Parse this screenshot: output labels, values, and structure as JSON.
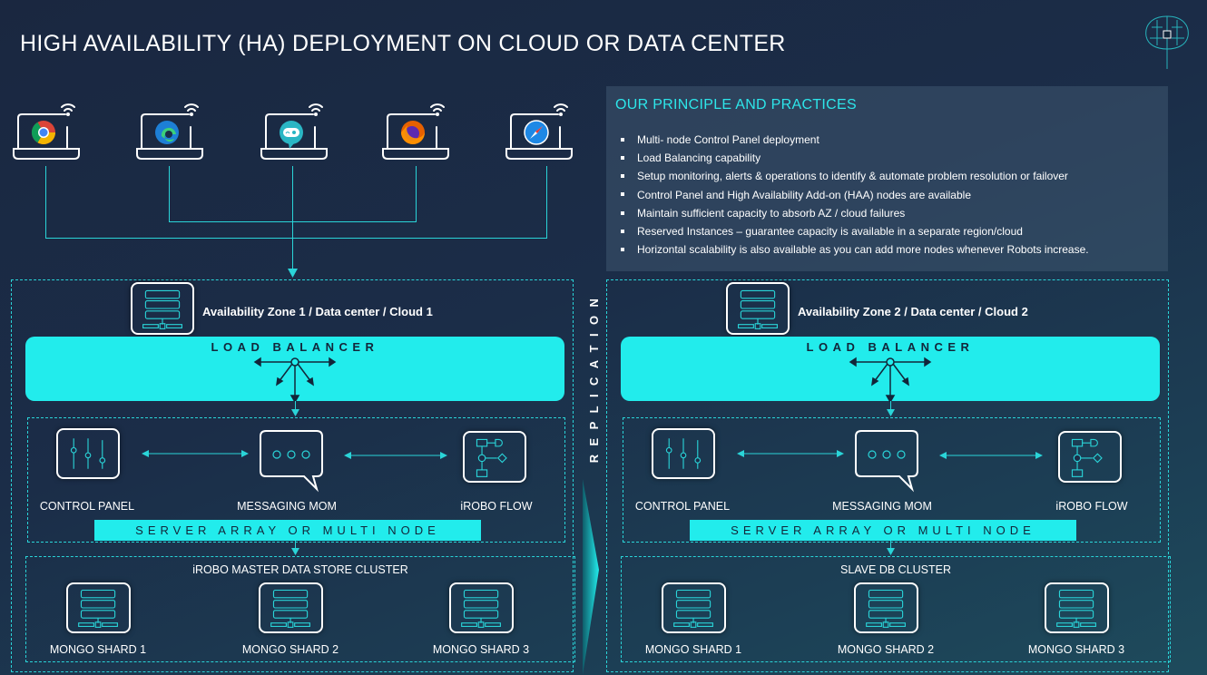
{
  "title": "HIGH AVAILABILITY (HA) DEPLOYMENT ON CLOUD OR DATA CENTER",
  "clients": [
    {
      "icon": "chrome-icon"
    },
    {
      "icon": "edge-icon"
    },
    {
      "icon": "robot-chat-icon"
    },
    {
      "icon": "firefox-icon"
    },
    {
      "icon": "safari-icon"
    }
  ],
  "principles": {
    "heading": "OUR PRINCIPLE AND PRACTICES",
    "items": [
      "Multi- node Control Panel deployment",
      "Load Balancing capability",
      "Setup monitoring, alerts & operations to identify & automate problem resolution or failover",
      "Control Panel and High Availability Add-on (HAA) nodes are available",
      "Maintain sufficient capacity to absorb AZ / cloud failures",
      "Reserved Instances – guarantee capacity is available in a separate region/cloud",
      "Horizontal scalability is also available as you can add more nodes whenever Robots increase."
    ]
  },
  "replication": "REPLICATION",
  "zones": [
    {
      "header": "Availability Zone 1 / Data center / Cloud 1",
      "load_balancer": "LOAD BALANCER",
      "nodes": [
        "CONTROL PANEL",
        "MESSAGING MOM",
        "iROBO FLOW"
      ],
      "server_array": "SERVER ARRAY OR MULTI NODE",
      "cluster_title": "iROBO MASTER DATA STORE CLUSTER",
      "shards": [
        "MONGO SHARD 1",
        "MONGO SHARD 2",
        "MONGO SHARD 3"
      ]
    },
    {
      "header": "Availability Zone 2 / Data center / Cloud 2",
      "load_balancer": "LOAD BALANCER",
      "nodes": [
        "CONTROL PANEL",
        "MESSAGING MOM",
        "iROBO FLOW"
      ],
      "server_array": "SERVER ARRAY OR MULTI NODE",
      "cluster_title": "SLAVE DB CLUSTER",
      "shards": [
        "MONGO SHARD 1",
        "MONGO SHARD 2",
        "MONGO SHARD 3"
      ]
    }
  ],
  "colors": {
    "accent": "#22ecec",
    "background": "#1b2d48"
  }
}
